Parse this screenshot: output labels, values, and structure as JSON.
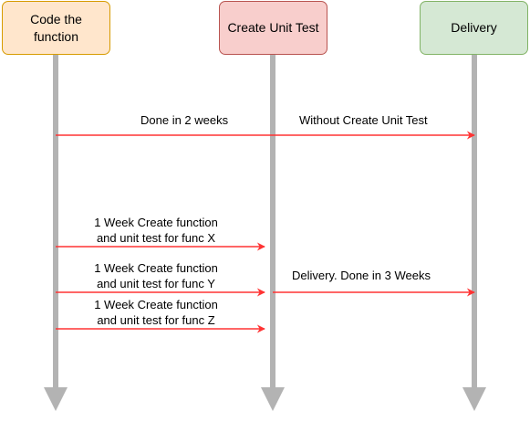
{
  "colors": {
    "lifeline": "#b3b3b3",
    "arrow": "#ff3333",
    "text": "#000000"
  },
  "nodes": {
    "code": {
      "label_line1": "Code the",
      "label_line2": "function",
      "fill": "#ffe6cc",
      "stroke": "#d79b00"
    },
    "unit_test": {
      "label": "Create Unit Test",
      "fill": "#f8cecc",
      "stroke": "#b85450"
    },
    "delivery": {
      "label": "Delivery",
      "fill": "#d5e8d4",
      "stroke": "#82b366"
    }
  },
  "messages": {
    "done_2_weeks": "Done in 2 weeks",
    "without_unit_test": "Without Create Unit Test",
    "func_x_line1": "1 Week Create function",
    "func_x_line2": "and  unit test for func X",
    "func_y_line1": "1 Week Create function",
    "func_y_line2": "and unit test for func Y",
    "func_z_line1": "1 Week Create function",
    "func_z_line2": "and  unit test for func Z",
    "delivery_3_weeks": "Delivery. Done in 3 Weeks"
  }
}
